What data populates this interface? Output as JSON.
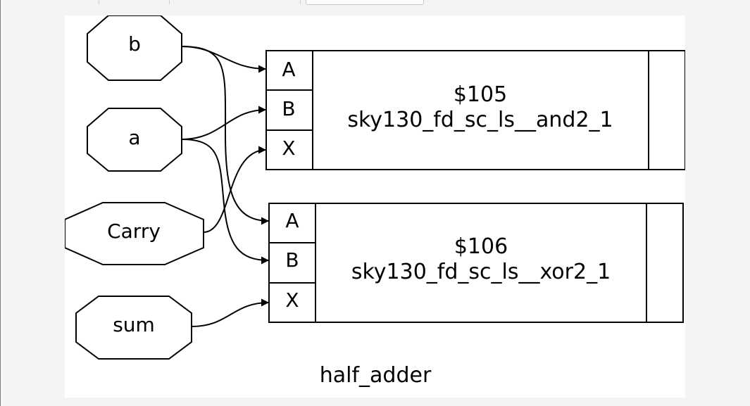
{
  "module": {
    "name": "half_adder"
  },
  "ports": {
    "b": "b",
    "a": "a",
    "carry": "Carry",
    "sum": "sum"
  },
  "cells": {
    "and": {
      "id": "$105",
      "type": "sky130_fd_sc_ls__and2_1",
      "pins": [
        "A",
        "B",
        "X"
      ]
    },
    "xor": {
      "id": "$106",
      "type": "sky130_fd_sc_ls__xor2_1",
      "pins": [
        "A",
        "B",
        "X"
      ]
    }
  },
  "colors": {
    "background": "#f5f4f2",
    "canvas": "#ffffff",
    "stroke": "#000000"
  }
}
